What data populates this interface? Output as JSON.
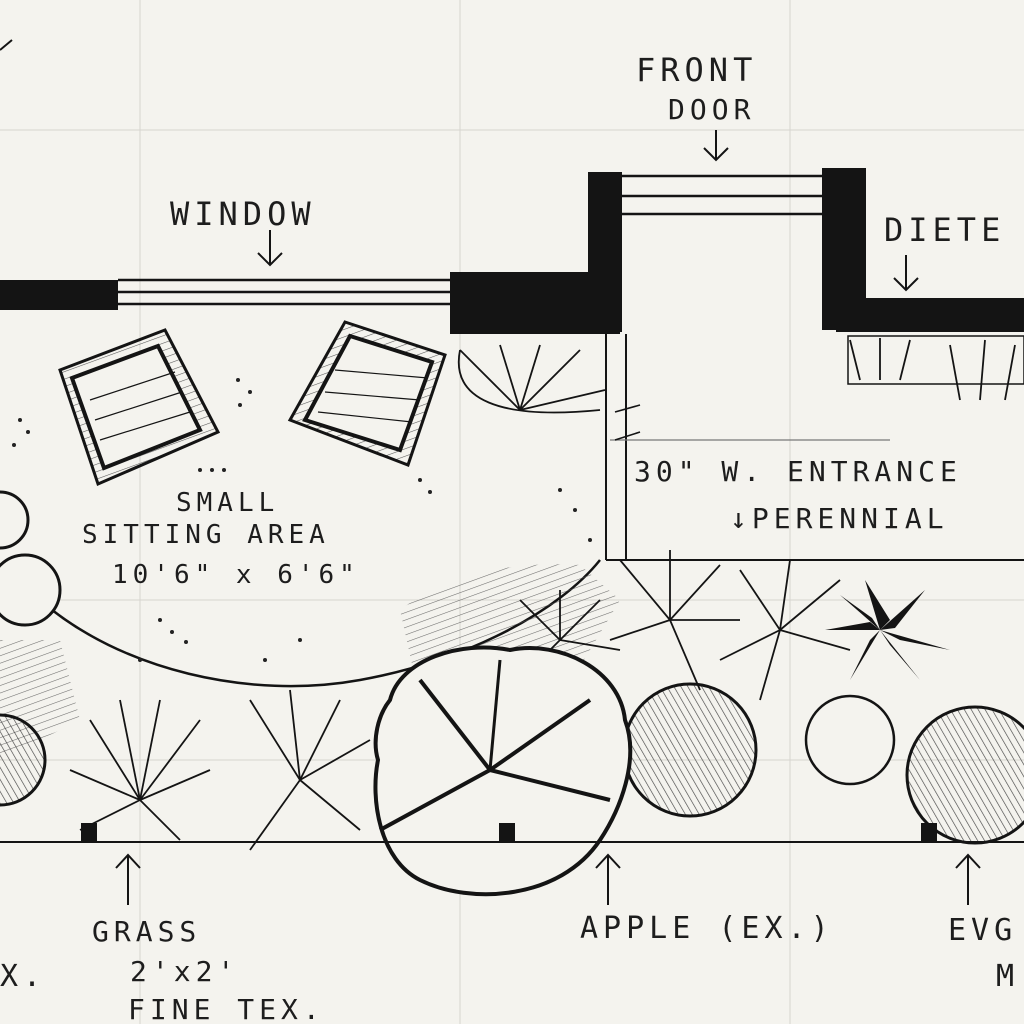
{
  "labels": {
    "front": "FRONT",
    "door": "DOOR",
    "window": "WINDOW",
    "diete": "DIETE",
    "small": "SMALL",
    "sitting_area": "SITTING AREA",
    "dimensions": "10'6\" x 6'6\"",
    "entrance": "30\" W. ENTRANCE",
    "perennial": "↓PERENNIAL",
    "grass": "GRASS",
    "grass_size": "2'x2'",
    "fine_tex": "FINE TEX.",
    "apple": "APPLE (EX.)",
    "evg": "EVG",
    "m": "M",
    "x": "X."
  },
  "colors": {
    "ink": "#141414",
    "paper": "#f4f3ee",
    "pencil": "#6d6d6d"
  }
}
